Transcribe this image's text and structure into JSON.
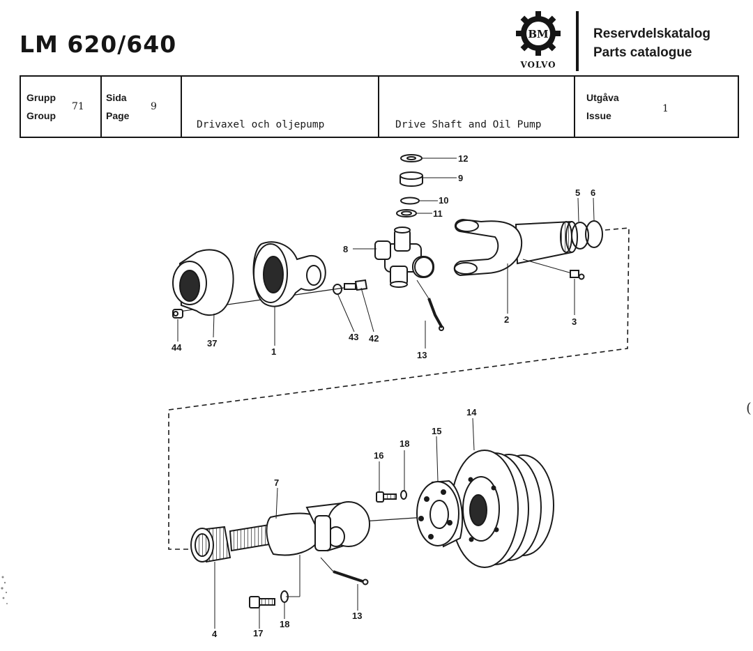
{
  "header": {
    "model": "LM 620/640",
    "brand_logo": "BM",
    "brand_name": "VOLVO",
    "catalog_title_sv": "Reservdelskatalog",
    "catalog_title_en": "Parts catalogue"
  },
  "info_table": {
    "group_label_sv": "Grupp",
    "group_label_en": "Group",
    "group_value": "71",
    "page_label_sv": "Sida",
    "page_label_en": "Page",
    "page_value": "9",
    "description_sv": "Drivaxel och oljepump",
    "description_en": "Drive Shaft and Oil Pump",
    "issue_label_sv": "Utgåva",
    "issue_label_en": "Issue",
    "issue_value": "1"
  },
  "callouts": {
    "c12": "12",
    "c9": "9",
    "c10": "10",
    "c11": "11",
    "c8": "8",
    "c5": "5",
    "c6": "6",
    "c3": "3",
    "c2": "2",
    "c13a": "13",
    "c42": "42",
    "c43": "43",
    "c1": "1",
    "c37": "37",
    "c44": "44",
    "c14": "14",
    "c15": "15",
    "c18a": "18",
    "c16": "16",
    "c7": "7",
    "c4": "4",
    "c17": "17",
    "c18b": "18",
    "c13b": "13"
  },
  "margin_mark": "("
}
